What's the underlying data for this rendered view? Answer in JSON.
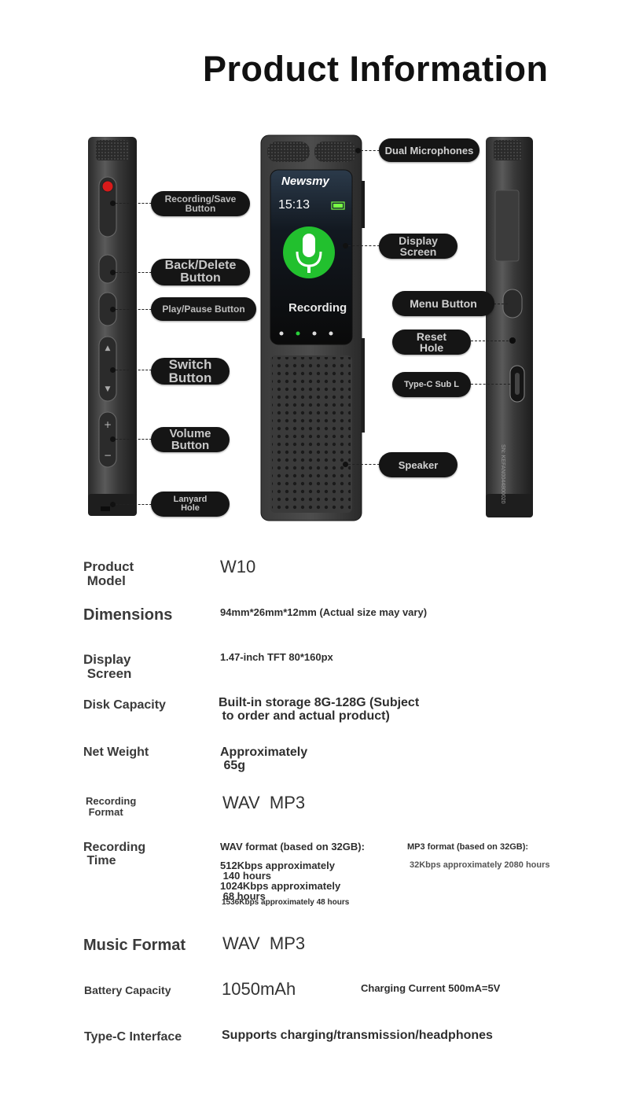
{
  "page": {
    "title": "Product Information"
  },
  "device": {
    "brand": "Newsmy",
    "time": "15:13",
    "status": "Recording",
    "serial_text": "SN: KEFAN0044800020"
  },
  "callouts": {
    "recording_save": [
      "Recording/Save",
      "Button"
    ],
    "back_delete": [
      "Back/Delete",
      "Button"
    ],
    "play_pause": [
      "Play/Pause Button"
    ],
    "switch": [
      "Switch",
      "Button"
    ],
    "volume": [
      "Volume",
      "Button"
    ],
    "lanyard": [
      "Lanyard",
      "Hole"
    ],
    "dual_mic": [
      "Dual Microphones"
    ],
    "display": [
      "Display",
      "Screen"
    ],
    "menu": [
      "Menu Button"
    ],
    "reset": [
      "Reset",
      "Hole"
    ],
    "typec": [
      "Type-C Sub L"
    ],
    "speaker": [
      "Speaker"
    ]
  },
  "specs": {
    "model": {
      "label": [
        "Product",
        " Model"
      ],
      "value": "W10"
    },
    "dimensions": {
      "label": [
        "Dimensions"
      ],
      "value": "94mm*26mm*12mm (Actual size may vary)"
    },
    "display": {
      "label": [
        "Display",
        " Screen"
      ],
      "value": "1.47-inch TFT 80*160px"
    },
    "disk": {
      "label": [
        "Disk Capacity"
      ],
      "value": [
        "Built-in storage 8G-128G (Subject",
        " to order and actual product)"
      ]
    },
    "weight": {
      "label": [
        "Net Weight"
      ],
      "value": [
        "Approximately",
        " 65g"
      ]
    },
    "rec_format": {
      "label": [
        "Recording",
        " Format"
      ],
      "value": "WAV  MP3"
    },
    "rec_time": {
      "label": [
        "Recording",
        " Time"
      ],
      "wav_title": "WAV format (based on 32GB):",
      "wav_lines": [
        "512Kbps approximately",
        " 140 hours",
        "1024Kbps approximately",
        " 68 hours"
      ],
      "wav_small": "1536Kbps approximately 48 hours",
      "mp3_title": "MP3 format (based on 32GB):",
      "mp3_line": "32Kbps approximately 2080 hours"
    },
    "music": {
      "label": [
        "Music Format"
      ],
      "value": "WAV  MP3"
    },
    "battery": {
      "label": [
        "Battery Capacity"
      ],
      "value": "1050mAh",
      "extra": "Charging Current 500mA=5V"
    },
    "typec": {
      "label": [
        "Type-C Interface"
      ],
      "value": "Supports charging/transmission/headphones"
    }
  }
}
